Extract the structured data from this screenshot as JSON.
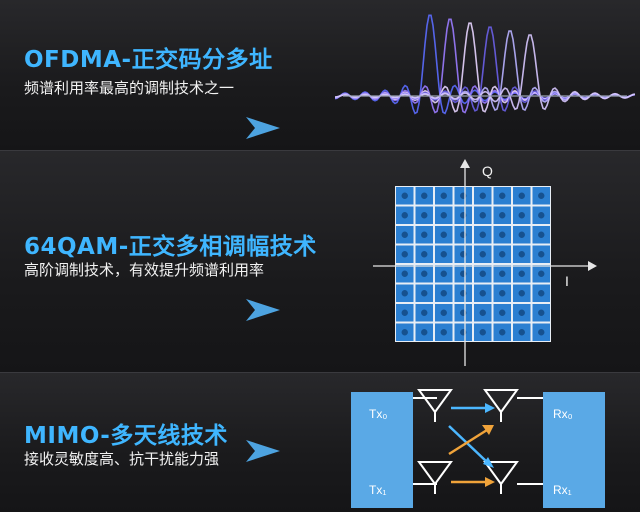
{
  "sections": [
    {
      "title": "OFDMA-正交码分多址",
      "subtitle": "频谱利用率最高的调制技术之一",
      "arrow_icon": "play-arrow-icon",
      "figure_icon": "ofdm-subcarrier-waves-icon"
    },
    {
      "title": "64QAM-正交多相调幅技术",
      "subtitle": "高阶调制技术，有效提升频谱利用率",
      "arrow_icon": "play-arrow-icon",
      "constellation": {
        "axis_q": "Q",
        "axis_i": "I",
        "grid": "8x8"
      }
    },
    {
      "title": "MIMO-多天线技术",
      "subtitle": "接收灵敏度高、抗干扰能力强",
      "arrow_icon": "play-arrow-icon",
      "mimo": {
        "tx0": "Tx₀",
        "tx1": "Tx₁",
        "rx0": "Rx₀",
        "rx1": "Rx₁"
      }
    }
  ],
  "colors": {
    "accent": "#3fb6ff",
    "text": "#f2f2f2",
    "grid_cell": "#2b7fd1",
    "grid_dot": "#1e5fa8",
    "mimo_box": "#5aa9e6",
    "arrow_orange": "#f0a33a",
    "arrow_blue": "#4cb7ff"
  }
}
